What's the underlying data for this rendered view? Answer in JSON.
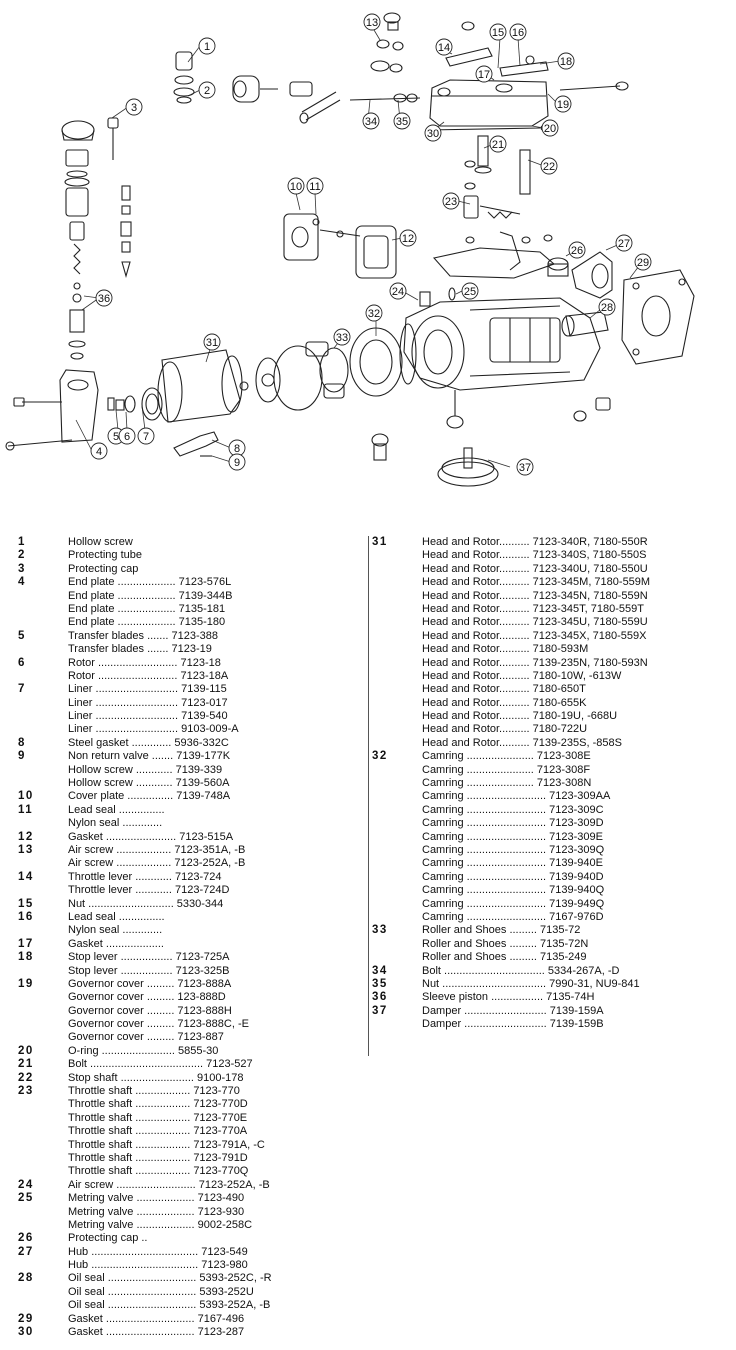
{
  "callouts": [
    "1",
    "2",
    "3",
    "4",
    "5",
    "6",
    "7",
    "8",
    "9",
    "10",
    "11",
    "12",
    "13",
    "14",
    "15",
    "16",
    "17",
    "18",
    "19",
    "20",
    "21",
    "22",
    "23",
    "24",
    "25",
    "26",
    "27",
    "28",
    "29",
    "30",
    "31",
    "32",
    "33",
    "34",
    "35",
    "36",
    "37"
  ],
  "parts_left": [
    {
      "num": "1",
      "text": "Hollow screw"
    },
    {
      "num": "2",
      "text": "Protecting tube"
    },
    {
      "num": "3",
      "text": "Protecting cap"
    },
    {
      "num": "4",
      "text": "End plate ................... 7123-576L"
    },
    {
      "num": "",
      "text": "End plate ................... 7139-344B"
    },
    {
      "num": "",
      "text": "End plate ................... 7135-181"
    },
    {
      "num": "",
      "text": "End plate ................... 7135-180"
    },
    {
      "num": "5",
      "text": "Transfer blades ....... 7123-388"
    },
    {
      "num": "",
      "text": "Transfer blades ....... 7123-19"
    },
    {
      "num": "6",
      "text": "Rotor .......................... 7123-18"
    },
    {
      "num": "",
      "text": "Rotor .......................... 7123-18A"
    },
    {
      "num": "7",
      "text": "Liner ........................... 7139-115"
    },
    {
      "num": "",
      "text": "Liner ........................... 7123-017"
    },
    {
      "num": "",
      "text": "Liner ........................... 7139-540"
    },
    {
      "num": "",
      "text": "Liner ........................... 9103-009-A"
    },
    {
      "num": "8",
      "text": "Steel gasket ............. 5936-332C"
    },
    {
      "num": "9",
      "text": "Non return valve ....... 7139-177K"
    },
    {
      "num": "",
      "text": "Hollow screw ............ 7139-339"
    },
    {
      "num": "",
      "text": "Hollow screw ............ 7139-560A"
    },
    {
      "num": "10",
      "text": "Cover plate ............... 7139-748A"
    },
    {
      "num": "11",
      "text": "Lead seal ..............."
    },
    {
      "num": "",
      "text": "Nylon seal ............."
    },
    {
      "num": "12",
      "text": "Gasket ....................... 7123-515A"
    },
    {
      "num": "13",
      "text": "Air screw .................. 7123-351A, -B"
    },
    {
      "num": "",
      "text": "Air screw .................. 7123-252A, -B"
    },
    {
      "num": "14",
      "text": "Throttle lever ............ 7123-724"
    },
    {
      "num": "",
      "text": "Throttle lever ............ 7123-724D"
    },
    {
      "num": "15",
      "text": "Nut ............................ 5330-344"
    },
    {
      "num": "16",
      "text": "Lead seal ..............."
    },
    {
      "num": "",
      "text": "Nylon seal ............."
    },
    {
      "num": "17",
      "text": "Gasket ..................."
    },
    {
      "num": "18",
      "text": "Stop lever ................. 7123-725A"
    },
    {
      "num": "",
      "text": "Stop lever ................. 7123-325B"
    },
    {
      "num": "19",
      "text": "Governor cover ......... 7123-888A"
    },
    {
      "num": "",
      "text": "Governor cover ......... 123-888D"
    },
    {
      "num": "",
      "text": "Governor cover ......... 7123-888H"
    },
    {
      "num": "",
      "text": "Governor cover ......... 7123-888C, -E"
    },
    {
      "num": "",
      "text": "Governor cover ......... 7123-887"
    },
    {
      "num": "20",
      "text": "O-ring ........................ 5855-30"
    },
    {
      "num": "21",
      "text": "Bolt ..................................... 7123-527"
    },
    {
      "num": "22",
      "text": "Stop shaft ........................ 9100-178"
    },
    {
      "num": "23",
      "text": "Throttle shaft .................. 7123-770"
    },
    {
      "num": "",
      "text": "Throttle shaft .................. 7123-770D"
    },
    {
      "num": "",
      "text": "Throttle shaft .................. 7123-770E"
    },
    {
      "num": "",
      "text": "Throttle shaft .................. 7123-770A"
    },
    {
      "num": "",
      "text": "Throttle shaft .................. 7123-791A, -C"
    },
    {
      "num": "",
      "text": "Throttle shaft .................. 7123-791D"
    },
    {
      "num": "",
      "text": "Throttle shaft .................. 7123-770Q"
    },
    {
      "num": "24",
      "text": "Air screw .......................... 7123-252A, -B"
    },
    {
      "num": "25",
      "text": "Metring valve ................... 7123-490"
    },
    {
      "num": "",
      "text": "Metring valve ................... 7123-930"
    },
    {
      "num": "",
      "text": "Metring valve ................... 9002-258C"
    },
    {
      "num": "26",
      "text": "Protecting cap .."
    },
    {
      "num": "27",
      "text": "Hub ................................... 7123-549"
    },
    {
      "num": "",
      "text": "Hub ................................... 7123-980"
    },
    {
      "num": "28",
      "text": "Oil seal ............................. 5393-252C, -R"
    },
    {
      "num": "",
      "text": "Oil seal ............................. 5393-252U"
    },
    {
      "num": "",
      "text": "Oil seal ............................. 5393-252A, -B"
    },
    {
      "num": "29",
      "text": "Gasket ............................. 7167-496"
    },
    {
      "num": "30",
      "text": "Gasket ............................. 7123-287"
    }
  ],
  "parts_right": [
    {
      "num": "31",
      "text": "Head and Rotor.......... 7123-340R, 7180-550R"
    },
    {
      "num": "",
      "text": "Head and Rotor.......... 7123-340S, 7180-550S"
    },
    {
      "num": "",
      "text": "Head and Rotor.......... 7123-340U, 7180-550U"
    },
    {
      "num": "",
      "text": "Head and Rotor.......... 7123-345M, 7180-559M"
    },
    {
      "num": "",
      "text": "Head and Rotor.......... 7123-345N, 7180-559N"
    },
    {
      "num": "",
      "text": "Head and Rotor.......... 7123-345T, 7180-559T"
    },
    {
      "num": "",
      "text": "Head and Rotor.......... 7123-345U, 7180-559U"
    },
    {
      "num": "",
      "text": "Head and Rotor.......... 7123-345X, 7180-559X"
    },
    {
      "num": "",
      "text": "Head and Rotor.......... 7180-593M"
    },
    {
      "num": "",
      "text": "Head and Rotor.......... 7139-235N, 7180-593N"
    },
    {
      "num": "",
      "text": "Head and Rotor.......... 7180-10W, -613W"
    },
    {
      "num": "",
      "text": "Head and Rotor.......... 7180-650T"
    },
    {
      "num": "",
      "text": "Head and Rotor.......... 7180-655K"
    },
    {
      "num": "",
      "text": "Head and Rotor.......... 7180-19U, -668U"
    },
    {
      "num": "",
      "text": "Head and Rotor.......... 7180-722U"
    },
    {
      "num": "",
      "text": "Head and Rotor.......... 7139-235S, -858S"
    },
    {
      "num": "32",
      "text": "Camring ...................... 7123-308E"
    },
    {
      "num": "",
      "text": "Camring ...................... 7123-308F"
    },
    {
      "num": "",
      "text": "Camring ...................... 7123-308N"
    },
    {
      "num": "",
      "text": "Camring .......................... 7123-309AA"
    },
    {
      "num": "",
      "text": "Camring .......................... 7123-309C"
    },
    {
      "num": "",
      "text": "Camring .......................... 7123-309D"
    },
    {
      "num": "",
      "text": "Camring .......................... 7123-309E"
    },
    {
      "num": "",
      "text": "Camring .......................... 7123-309Q"
    },
    {
      "num": "",
      "text": "Camring .......................... 7139-940E"
    },
    {
      "num": "",
      "text": "Camring .......................... 7139-940D"
    },
    {
      "num": "",
      "text": "Camring .......................... 7139-940Q"
    },
    {
      "num": "",
      "text": "Camring .......................... 7139-949Q"
    },
    {
      "num": "",
      "text": "Camring .......................... 7167-976D"
    },
    {
      "num": "33",
      "text": "Roller and Shoes ......... 7135-72"
    },
    {
      "num": "",
      "text": "Roller and Shoes ......... 7135-72N"
    },
    {
      "num": "",
      "text": "Roller and Shoes ......... 7135-249"
    },
    {
      "num": "34",
      "text": "Bolt ................................. 5334-267A, -D"
    },
    {
      "num": "35",
      "text": "Nut .................................. 7990-31, NU9-841"
    },
    {
      "num": "36",
      "text": "Sleeve piston ................. 7135-74H"
    },
    {
      "num": "37",
      "text": "Damper ........................... 7139-159A"
    },
    {
      "num": "",
      "text": "Damper ........................... 7139-159B"
    }
  ]
}
